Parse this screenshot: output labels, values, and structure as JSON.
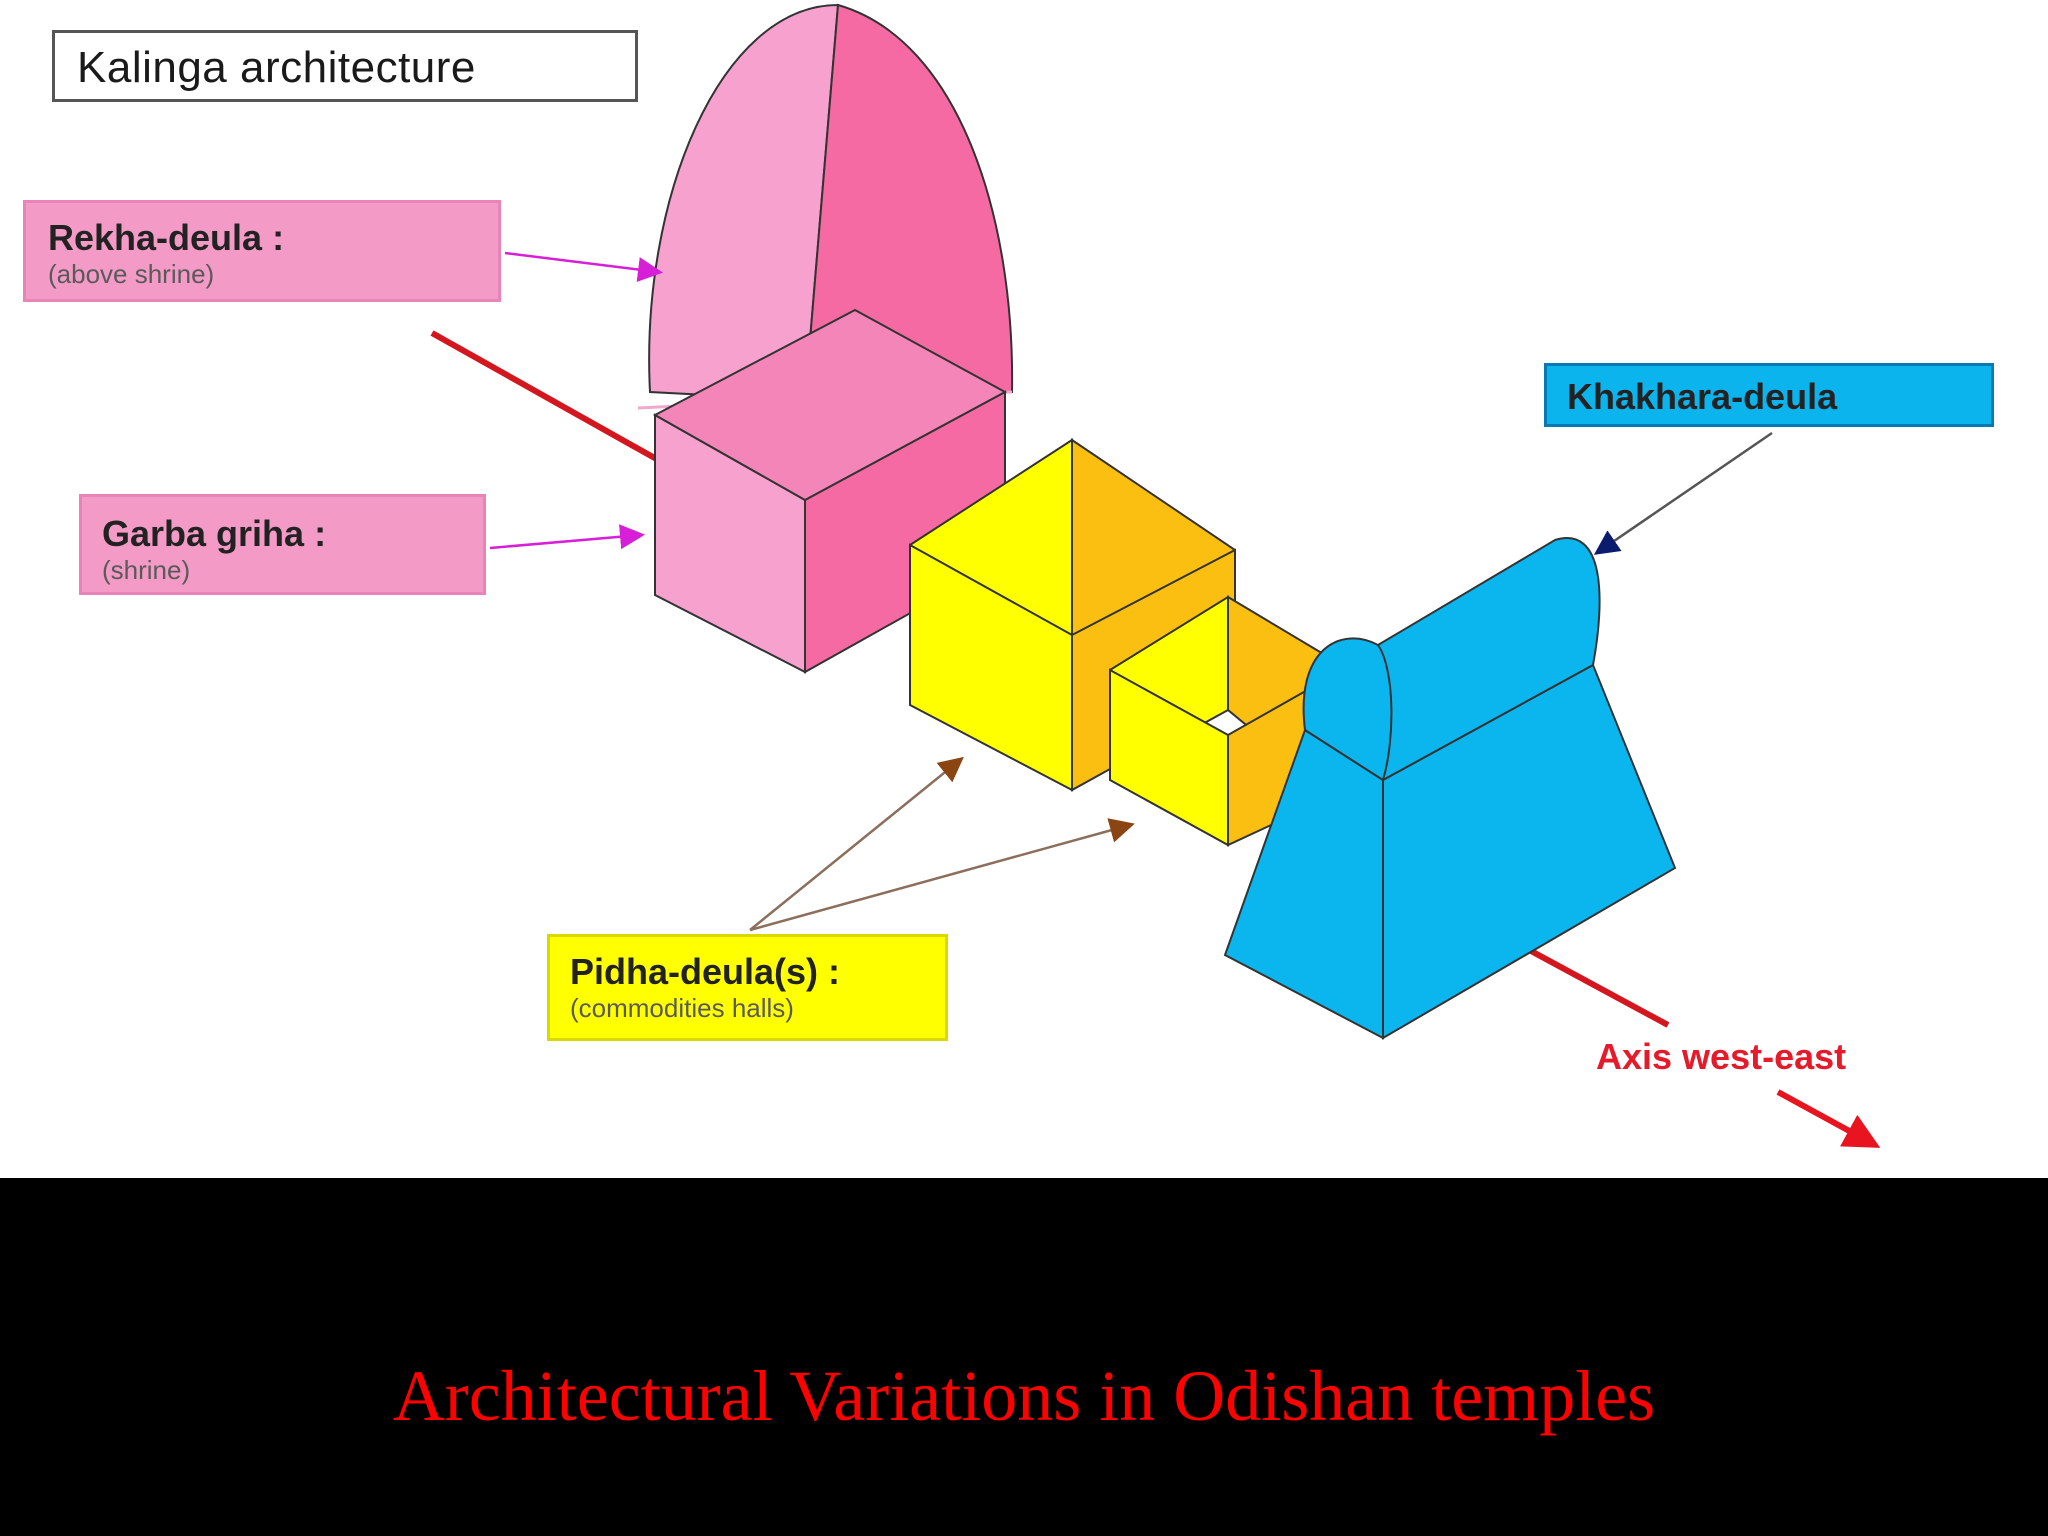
{
  "diagram": {
    "title": "Kalinga architecture",
    "labels": {
      "rekha": {
        "main": "Rekha-deula :",
        "sub": "(above shrine)"
      },
      "garba": {
        "main": "Garba griha :",
        "sub": "(shrine)"
      },
      "pidha": {
        "main": "Pidha-deula(s) :",
        "sub": "(commodities halls)"
      },
      "khakhara": {
        "main": "Khakhara-deula"
      }
    },
    "axis_label": "Axis west-east"
  },
  "caption": "Architectural Variations in Odishan temples",
  "colors": {
    "pink_light": "#f7a1cf",
    "pink_dark": "#f56aa3",
    "yellow": "#ffff00",
    "orange": "#fbbf12",
    "blue": "#0bb6ee",
    "axis_red": "#d4161f",
    "caption_red": "#ff0000",
    "background": "#000000"
  }
}
